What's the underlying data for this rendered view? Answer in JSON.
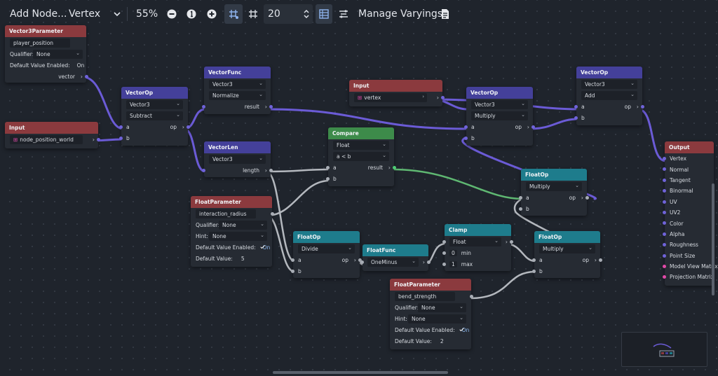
{
  "toolbar": {
    "add_node": "Add Node...",
    "shader_type": "Vertex",
    "zoom": "55%",
    "snap_distance": "20",
    "manage_varyings": "Manage Varyings"
  },
  "nodes": {
    "vector3param": {
      "title": "Vector3Parameter",
      "name": "player_position",
      "qualifier_label": "Qualifier:",
      "qualifier": "None",
      "default_enabled_label": "Default Value Enabled:",
      "default_enabled": "On",
      "output": "vector"
    },
    "input1": {
      "title": "Input",
      "value": "node_position_world"
    },
    "vectorop1": {
      "title": "VectorOp",
      "type": "Vector3",
      "op": "Subtract",
      "in_a": "a",
      "in_b": "b",
      "out": "op"
    },
    "vectorfunc": {
      "title": "VectorFunc",
      "type": "Vector3",
      "func": "Normalize",
      "out": "result"
    },
    "vectorlen": {
      "title": "VectorLen",
      "type": "Vector3",
      "out": "length"
    },
    "floatparam1": {
      "title": "FloatParameter",
      "name": "interaction_radius",
      "qualifier_label": "Qualifier:",
      "qualifier": "None",
      "hint_label": "Hint:",
      "hint": "None",
      "default_enabled_label": "Default Value Enabled:",
      "default_enabled": "On",
      "default_value_label": "Default Value:",
      "default_value": "5"
    },
    "compare": {
      "title": "Compare",
      "type": "Float",
      "func": "a < b",
      "in_a": "a",
      "in_b": "b",
      "out": "result"
    },
    "input2": {
      "title": "Input",
      "value": "vertex"
    },
    "vectorop2": {
      "title": "VectorOp",
      "type": "Vector3",
      "op": "Multiply",
      "in_a": "a",
      "in_b": "b",
      "out": "op"
    },
    "vectorop3": {
      "title": "VectorOp",
      "type": "Vector3",
      "op": "Add",
      "in_a": "a",
      "in_b": "b",
      "out": "op"
    },
    "floatop1": {
      "title": "FloatOp",
      "op": "Divide",
      "in_a": "a",
      "in_b": "b",
      "out": "op"
    },
    "floatfunc": {
      "title": "FloatFunc",
      "func": "OneMinus"
    },
    "clamp": {
      "title": "Clamp",
      "type": "Float",
      "min_val": "0",
      "min_label": "min",
      "max_val": "1",
      "max_label": "max"
    },
    "floatop2": {
      "title": "FloatOp",
      "op": "Multiply",
      "in_a": "a",
      "in_b": "b",
      "out": "op"
    },
    "floatop3": {
      "title": "FloatOp",
      "op": "Multiply",
      "in_a": "a",
      "in_b": "b",
      "out": "op"
    },
    "floatparam2": {
      "title": "FloatParameter",
      "name": "bend_strength",
      "qualifier_label": "Qualifier:",
      "qualifier": "None",
      "hint_label": "Hint:",
      "hint": "None",
      "default_enabled_label": "Default Value Enabled:",
      "default_enabled": "On",
      "default_value_label": "Default Value:",
      "default_value": "2"
    },
    "output": {
      "title": "Output",
      "ports": [
        "Vertex",
        "Normal",
        "Tangent",
        "Binormal",
        "UV",
        "UV2",
        "Color",
        "Alpha",
        "Roughness",
        "Point Size",
        "Model View Matrix",
        "Projection Matrix"
      ]
    }
  },
  "colors": {
    "vector_wire": "#6b5bd6",
    "float_wire": "#b4b8be",
    "bool_wire": "#5fb872"
  }
}
